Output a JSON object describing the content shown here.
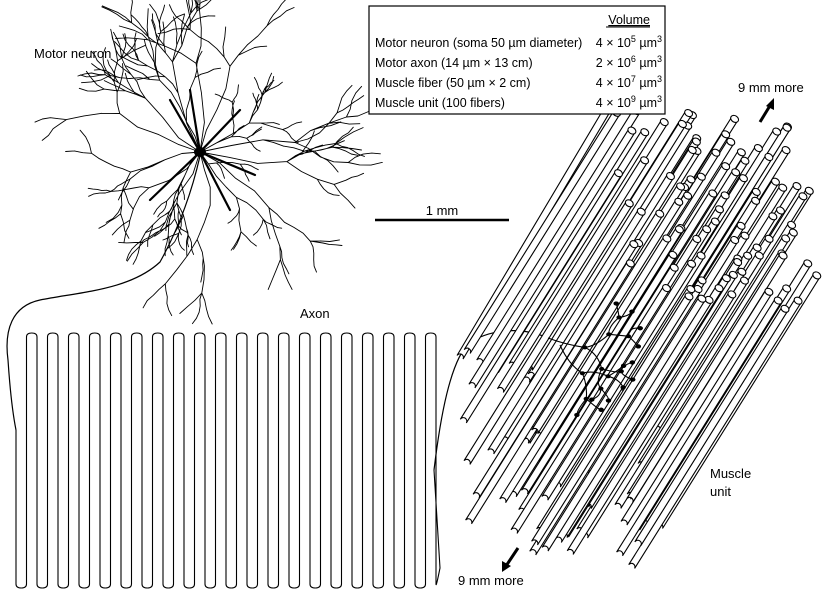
{
  "labels": {
    "motor_neuron": "Motor neuron",
    "axon": "Axon",
    "scale_bar": "1 mm",
    "more_top": "9 mm more",
    "more_bottom": "9 mm more",
    "muscle_unit_line1": "Muscle",
    "muscle_unit_line2": "unit"
  },
  "table": {
    "header": "Volume",
    "rows": [
      {
        "label": "Motor neuron (soma 50 µm diameter)",
        "mantissa": "4 × 10",
        "exp": "5",
        "unit": " µm",
        "unit_exp": "3"
      },
      {
        "label": "Motor axon (14 µm × 13 cm)",
        "mantissa": "2 × 10",
        "exp": "6",
        "unit": " µm",
        "unit_exp": "3"
      },
      {
        "label": "Muscle fiber (50 µm × 2 cm)",
        "mantissa": "4 × 10",
        "exp": "7",
        "unit": " µm",
        "unit_exp": "3"
      },
      {
        "label": "Muscle unit (100 fibers)",
        "mantissa": "4 × 10",
        "exp": "9",
        "unit": " µm",
        "unit_exp": "3"
      }
    ]
  },
  "colors": {
    "ink": "#000000",
    "background": "#ffffff",
    "fiber_fill": "#ffffff"
  }
}
